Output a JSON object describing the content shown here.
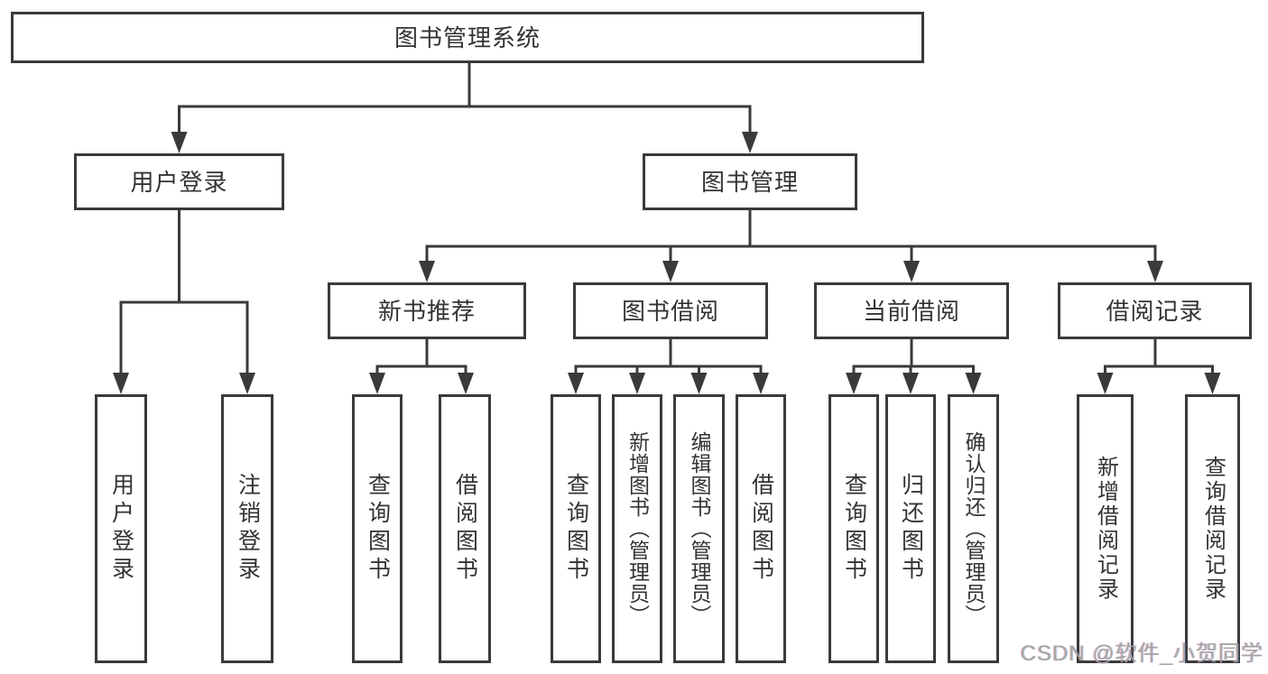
{
  "watermark": "CSDN @软件_小贺同学",
  "tree": {
    "label": "图书管理系统",
    "children": [
      {
        "label": "用户登录",
        "children": [
          {
            "label": "用户登录"
          },
          {
            "label": "注销登录"
          }
        ]
      },
      {
        "label": "图书管理",
        "children": [
          {
            "label": "新书推荐",
            "children": [
              {
                "label": "查询图书"
              },
              {
                "label": "借阅图书"
              }
            ]
          },
          {
            "label": "图书借阅",
            "children": [
              {
                "label": "查询图书"
              },
              {
                "label": "新增图书（管理员）"
              },
              {
                "label": "编辑图书（管理员）"
              },
              {
                "label": "借阅图书"
              }
            ]
          },
          {
            "label": "当前借阅",
            "children": [
              {
                "label": "查询图书"
              },
              {
                "label": "归还图书"
              },
              {
                "label": "确认归还（管理员）"
              }
            ]
          },
          {
            "label": "借阅记录",
            "children": [
              {
                "label": "新增借阅记录"
              },
              {
                "label": "查询借阅记录"
              }
            ]
          }
        ]
      }
    ]
  }
}
